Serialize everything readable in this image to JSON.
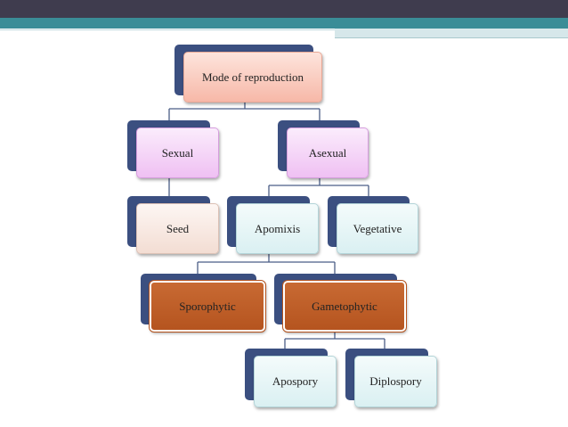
{
  "diagram": {
    "root": "Mode of reproduction",
    "sexual": "Sexual",
    "asexual": "Asexual",
    "seed": "Seed",
    "apomixis": "Apomixis",
    "vegetative": "Vegetative",
    "sporophytic": "Sporophytic",
    "gametophytic": "Gametophytic",
    "apospory": "Apospory",
    "diplospory": "Diplospory"
  }
}
